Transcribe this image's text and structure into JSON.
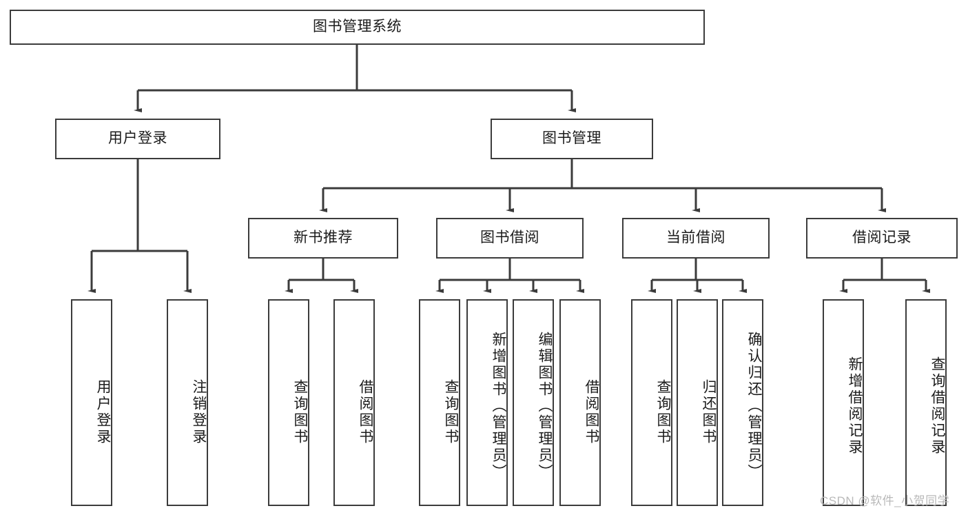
{
  "diagram": {
    "title": "图书管理系统",
    "root": {
      "label": "图书管理系统"
    },
    "level1": [
      {
        "label": "用户登录"
      },
      {
        "label": "图书管理"
      }
    ],
    "level2": [
      {
        "label": "新书推荐"
      },
      {
        "label": "图书借阅"
      },
      {
        "label": "当前借阅"
      },
      {
        "label": "借阅记录"
      }
    ],
    "leaves": {
      "user_login": [
        {
          "label": "用户登录"
        },
        {
          "label": "注销登录"
        }
      ],
      "new_book_recommend": [
        {
          "label": "查询图书"
        },
        {
          "label": "借阅图书"
        }
      ],
      "book_borrow": [
        {
          "label": "查询图书"
        },
        {
          "label": "新增图书（管理员）"
        },
        {
          "label": "编辑图书（管理员）"
        },
        {
          "label": "借阅图书"
        }
      ],
      "current_borrow": [
        {
          "label": "查询图书"
        },
        {
          "label": "归还图书"
        },
        {
          "label": "确认归还（管理员）"
        }
      ],
      "borrow_record": [
        {
          "label": "新增借阅记录"
        },
        {
          "label": "查询借阅记录"
        }
      ]
    }
  },
  "watermark": {
    "text": "CSDN @软件_小贺同学"
  },
  "colors": {
    "stroke": "#3b3b3b",
    "text": "#1b1b1b",
    "background": "#ffffff",
    "watermark": "#b9b9b9"
  }
}
